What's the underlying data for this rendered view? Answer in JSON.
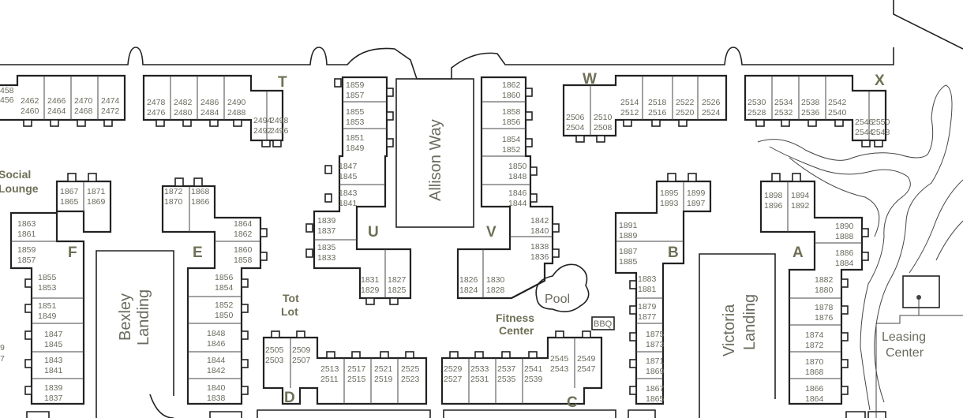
{
  "buildings": [
    {
      "letter": "T",
      "units": [
        [
          "2462",
          "2460"
        ],
        [
          "2466",
          "2464"
        ],
        [
          "2470",
          "2468"
        ],
        [
          "2474",
          "2472"
        ],
        [
          "2478",
          "2476"
        ],
        [
          "2482",
          "2480"
        ],
        [
          "2486",
          "2484"
        ],
        [
          "2490",
          "2488"
        ],
        [
          "2494",
          "2492"
        ],
        [
          "2498",
          "2496"
        ]
      ],
      "partial": [
        "458",
        "456"
      ]
    },
    {
      "letter": "W",
      "units": [
        [
          "2506",
          "2504"
        ],
        [
          "2510",
          "2508"
        ],
        [
          "2514",
          "2512"
        ],
        [
          "2518",
          "2516"
        ],
        [
          "2522",
          "2520"
        ],
        [
          "2526",
          "2524"
        ]
      ]
    },
    {
      "letter": "X",
      "units": [
        [
          "2530",
          "2528"
        ],
        [
          "2534",
          "2532"
        ],
        [
          "2538",
          "2536"
        ],
        [
          "2542",
          "2540"
        ],
        [
          "2546",
          "2544"
        ],
        [
          "2550",
          "2548"
        ]
      ]
    },
    {
      "letter": "U",
      "units": [
        [
          "1859",
          "1857"
        ],
        [
          "1855",
          "1853"
        ],
        [
          "1851",
          "1849"
        ],
        [
          "1847",
          "1845"
        ],
        [
          "1843",
          "1841"
        ],
        [
          "1839",
          "1837"
        ],
        [
          "1835",
          "1833"
        ],
        [
          "1831",
          "1829"
        ],
        [
          "1827",
          "1825"
        ]
      ]
    },
    {
      "letter": "V",
      "units": [
        [
          "1862",
          "1860"
        ],
        [
          "1858",
          "1856"
        ],
        [
          "1854",
          "1852"
        ],
        [
          "1850",
          "1848"
        ],
        [
          "1846",
          "1844"
        ],
        [
          "1842",
          "1840"
        ],
        [
          "1838",
          "1836"
        ],
        [
          "1826",
          "1824"
        ],
        [
          "1830",
          "1828"
        ]
      ]
    },
    {
      "letter": "F",
      "units": [
        [
          "1867",
          "1865"
        ],
        [
          "1871",
          "1869"
        ],
        [
          "1863",
          "1861"
        ],
        [
          "1859",
          "1857"
        ],
        [
          "1855",
          "1853"
        ],
        [
          "1851",
          "1849"
        ],
        [
          "1847",
          "1845"
        ],
        [
          "1843",
          "1841"
        ],
        [
          "1839",
          "1837"
        ]
      ]
    },
    {
      "letter": "E",
      "units": [
        [
          "1872",
          "1870"
        ],
        [
          "1868",
          "1866"
        ],
        [
          "1864",
          "1862"
        ],
        [
          "1860",
          "1858"
        ],
        [
          "1856",
          "1854"
        ],
        [
          "1852",
          "1850"
        ],
        [
          "1848",
          "1846"
        ],
        [
          "1844",
          "1842"
        ],
        [
          "1840",
          "1838"
        ]
      ]
    },
    {
      "letter": "B",
      "units": [
        [
          "1895",
          "1893"
        ],
        [
          "1899",
          "1897"
        ],
        [
          "1891",
          "1889"
        ],
        [
          "1887",
          "1885"
        ],
        [
          "1883",
          "1881"
        ],
        [
          "1879",
          "1877"
        ],
        [
          "1875",
          "1873"
        ],
        [
          "1871",
          "1869"
        ],
        [
          "1867",
          "1865"
        ]
      ]
    },
    {
      "letter": "A",
      "units": [
        [
          "1898",
          "1896"
        ],
        [
          "1894",
          "1892"
        ],
        [
          "1890",
          "1888"
        ],
        [
          "1886",
          "1884"
        ],
        [
          "1882",
          "1880"
        ],
        [
          "1878",
          "1876"
        ],
        [
          "1874",
          "1872"
        ],
        [
          "1870",
          "1868"
        ],
        [
          "1866",
          "1864"
        ]
      ]
    },
    {
      "letter": "D",
      "units": [
        [
          "2505",
          "2503"
        ],
        [
          "2509",
          "2507"
        ],
        [
          "2513",
          "2511"
        ],
        [
          "2517",
          "2515"
        ],
        [
          "2521",
          "2519"
        ],
        [
          "2525",
          "2523"
        ]
      ]
    },
    {
      "letter": "C",
      "units": [
        [
          "2529",
          "2527"
        ],
        [
          "2533",
          "2531"
        ],
        [
          "2537",
          "2535"
        ],
        [
          "2541",
          "2539"
        ],
        [
          "2545",
          "2543"
        ],
        [
          "2549",
          "2547"
        ]
      ]
    }
  ],
  "labels": {
    "social": [
      "Social",
      "Lounge"
    ],
    "allison": "Allison Way",
    "bexley": [
      "Bexley",
      "Landing"
    ],
    "victoria": [
      "Victoria",
      "Landing"
    ],
    "totlot": [
      "Tot",
      "Lot"
    ],
    "fitness": [
      "Fitness",
      "Center"
    ],
    "pool": "Pool",
    "bbq": "BBQ",
    "leasing": [
      "Leasing",
      "Center"
    ],
    "partial_left": [
      "9",
      "7"
    ]
  },
  "colors": {
    "label": "#6b6a5e",
    "letter": "#6e6f55",
    "outline": "#222222"
  }
}
